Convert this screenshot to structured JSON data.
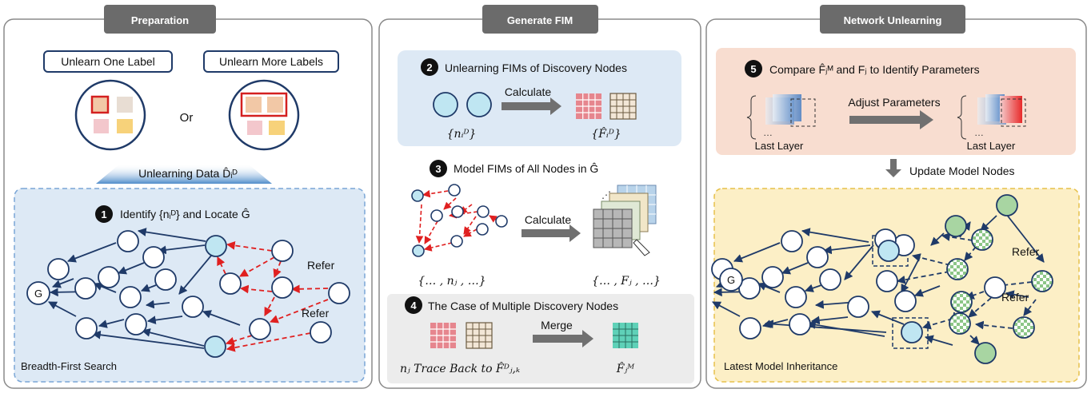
{
  "panels": {
    "preparation": {
      "title": "Preparation",
      "unlearn_one": "Unlearn One Label",
      "unlearn_more": "Unlearn More Labels",
      "or": "Or",
      "unlearning_data": "Unlearning Data D̂ᵢᴰ",
      "step1_num": "1",
      "step1": "Identify {nᵢᴰ} and Locate Ĝ",
      "refer": "Refer",
      "g_node": "G",
      "bfs": "Breadth-First Search"
    },
    "generate_fim": {
      "title": "Generate FIM",
      "step2_num": "2",
      "step2": "Unlearning FIMs of Discovery Nodes",
      "calculate": "Calculate",
      "set_n": "{nᵢᴰ}",
      "set_f": "{F̂ᵢᴰ}",
      "step3_num": "3",
      "step3": "Model FIMs of All Nodes in Ĝ",
      "set_nj": "{… , nⱼ , …}",
      "set_fj": "{… , Fⱼ , …}",
      "step4_num": "4",
      "step4": "The Case of Multiple Discovery Nodes",
      "merge": "Merge",
      "trace": "nⱼ Trace Back to F̂ᴰⱼ,ₖ",
      "fm": "F̂ⱼᴹ"
    },
    "network_unlearning": {
      "title": "Network Unlearning",
      "step5_num": "5",
      "step5": "Compare F̂ⱼᴹ and Fⱼ to Identify Parameters",
      "adjust": "Adjust Parameters",
      "last_layer": "Last Layer",
      "dots": "…",
      "update": "Update Model Nodes",
      "refer": "Refer",
      "g_node": "G",
      "latest": "Latest Model Inheritance"
    }
  },
  "colors": {
    "header_bg": "#6b6b6b",
    "node_blue": "#bfe6f2",
    "node_green": "#a8d5a2",
    "navy": "#1f3a68",
    "red": "#e02020",
    "box_blue": "#dde9f5",
    "box_gray": "#ececec",
    "box_orange": "#f8ddd0",
    "box_yellow": "#fcefc6"
  }
}
